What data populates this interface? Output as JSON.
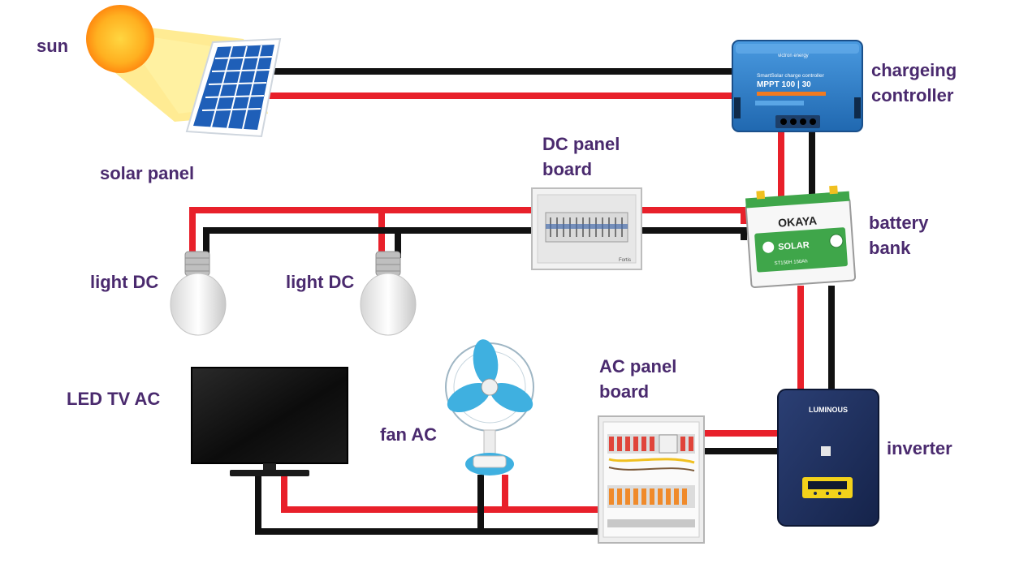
{
  "colors": {
    "label": "#4a2a6e",
    "positive_wire": "#e8202a",
    "negative_wire": "#111111",
    "controller_blue": "#2f7fc8",
    "inverter_navy": "#1e2f5c",
    "battery_green": "#3fa64a"
  },
  "labels": {
    "sun": "sun",
    "solar_panel": "solar panel",
    "charge_controller_line1": "chargeing",
    "charge_controller_line2": "controller",
    "dc_panel_line1": "DC panel",
    "dc_panel_line2": "board",
    "battery_line1": "battery",
    "battery_line2": "bank",
    "light_dc_1": "light DC",
    "light_dc_2": "light DC",
    "led_tv": "LED TV AC",
    "fan": "fan AC",
    "ac_panel_line1": "AC panel",
    "ac_panel_line2": "board",
    "inverter": "inverter"
  },
  "devices": {
    "controller_brand": "victron energy",
    "controller_line1": "SmartSolar charge controller",
    "controller_line2": "MPPT 100 | 30",
    "battery_brand": "OKAYA",
    "battery_series": "SOLAR",
    "battery_model": "ST150H 150Ah",
    "inverter_brand": "LUMINOUS",
    "dc_panel_brand": "Fortis"
  }
}
